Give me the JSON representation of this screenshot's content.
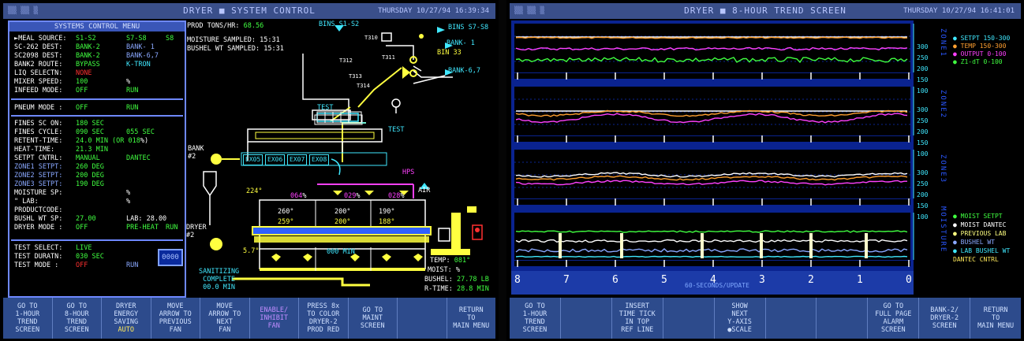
{
  "left": {
    "title": "DRYER ■ SYSTEM CONTROL",
    "date": "THURSDAY 10/27/94 16:39:34",
    "menu_title": "SYSTEMS CONTROL MENU",
    "rows": [
      {
        "label": "►MEAL SOURCE:",
        "v1": "S1-S2",
        "v2": "S7-S8",
        "v3": "S8"
      },
      {
        "label": "SC-262 DEST:",
        "v1": "BANK-2",
        "v2": "BANK- 1"
      },
      {
        "label": "SC2098 DEST:",
        "v1": "BANK-2",
        "v2": "BANK-6,7"
      },
      {
        "label": "BANK2 ROUTE:",
        "v1": "BYPASS",
        "v2": "K-TRON"
      },
      {
        "label": "LIQ SELECTN:",
        "v1": "NONE"
      },
      {
        "label": "MIXER SPEED:",
        "v1": "100",
        "u": "%"
      },
      {
        "label": "INFEED MODE:",
        "v1": "OFF",
        "v2": "RUN"
      },
      {
        "label": "PNEUM MODE :",
        "v1": "OFF",
        "v2": "RUN"
      },
      {
        "label": "FINES SC ON:",
        "v1": "180 SEC"
      },
      {
        "label": "FINES CYCLE:",
        "v1": "090 SEC",
        "v2": "055 SEC"
      },
      {
        "label": "RETENT-TIME:",
        "v1": "24.0 MIN (OR 018",
        "u": "%)"
      },
      {
        "label": "HEAT-TIME:",
        "v1": "21.3 MIN"
      },
      {
        "label": "SETPT CNTRL:",
        "v1": "MANUAL",
        "v2": "DANTEC"
      },
      {
        "label": "ZONE1 SETPT:",
        "v1": "260 DEG"
      },
      {
        "label": "ZONE2 SETPT:",
        "v1": "200 DEG"
      },
      {
        "label": "ZONE3 SETPT:",
        "v1": "190 DEG"
      },
      {
        "label": "MOISTURE SP:",
        "v1": "",
        "u": "%"
      },
      {
        "label": "\"   LAB:",
        "v1": "",
        "u": "%"
      },
      {
        "label": "PRODUCTCODE:",
        "v1": ""
      },
      {
        "label": "BUSHL WT SP:",
        "v1": "27.00",
        "v2": "LAB: 28.00"
      },
      {
        "label": "DRYER MODE :",
        "v1": "OFF",
        "v2": "PRE-HEAT",
        "v3": "RUN"
      },
      {
        "label": "TEST SELECT:",
        "v1": "LIVE"
      },
      {
        "label": "TEST DURATN:",
        "v1": "030 SEC"
      },
      {
        "label": "TEST MODE  :",
        "v1": "OFF",
        "v2": "RUN"
      }
    ],
    "counter": "0000",
    "prod_label": "PROD TONS/HR:",
    "prod_value": "68.56",
    "moist_sampled": "MOISTURE SAMPLED: 15:31",
    "bushel_sampled": "BUSHEL WT SAMPLED: 15:31",
    "bins_a": "BINS S1-S2",
    "bins_b": "BINS S7-S8",
    "bank1": "BANK- 1",
    "bin33": "BIN 33",
    "bank67": "BANK-6,7",
    "t310": "T310",
    "t311": "T311",
    "t312": "T312",
    "t313": "T313",
    "t314": "T314",
    "test1": "TEST",
    "test2": "TEST",
    "bank2": "BANK\n#2",
    "dryer2": "DRYER\n#2",
    "fans": [
      "EX05",
      "EX06",
      "EX07",
      "EX08"
    ],
    "hps": "HPS",
    "air": "AIR",
    "temp224": "224°",
    "pct1": "064",
    "pct2": "029",
    "pct3": "028",
    "pct_unit": "%",
    "z1a": "260°",
    "z2a": "200°",
    "z3a": "190°",
    "z1b": "259°",
    "z2b": "200°",
    "z3b": "188°",
    "deg57": "5.7°",
    "min000": "000 MIN",
    "sanitizing": "SANITIZING\nCOMPLETE\n00.0 MIN",
    "temp_lbl": "TEMP:",
    "temp_val": "081°",
    "moist_lbl": "MOIST:",
    "moist_val": "",
    "moist_unit": "%",
    "bushel_lbl": "BUSHEL:",
    "bushel_val": "27.78 LB",
    "rtime_lbl": "R-TIME:",
    "rtime_val": "28.8 MIN",
    "softkeys": [
      "GO TO\n1-HOUR\nTREND\nSCREEN",
      "GO TO\n8-HOUR\nTREND\nSCREEN",
      "DRYER\nENERGY\nSAVING",
      "MOVE\nARROW TO\nPREVIOUS\nFAN",
      "MOVE\nARROW TO\nNEXT\nFAN",
      "ENABLE/\nINHIBIT\nFAN",
      "PRESS 8x\nTO COLOR\nDRYER-2\nPROD RED",
      "GO TO\nMAINT\nSCREEN",
      "",
      "RETURN\nTO\nMAIN MENU"
    ],
    "softkey_auto": "AUTO"
  },
  "right": {
    "title": "DRYER ■ 8-HOUR TREND SCREEN",
    "date": "THURSDAY 10/27/94 16:41:01",
    "zones": [
      "ZONE1",
      "ZONE2",
      "ZONE3",
      "MOISTURE"
    ],
    "yticks": [
      "300",
      "250",
      "200",
      "150",
      "100"
    ],
    "legend1": [
      {
        "text": "SETPT 150-300",
        "color": "#40e8ff"
      },
      {
        "text": "TEMP  150-300",
        "color": "#ffa030"
      },
      {
        "text": "OUTPUT  0-100",
        "color": "#ff40ff"
      },
      {
        "text": "Z1-dT   0-100",
        "color": "#40ff40"
      }
    ],
    "legend4": [
      {
        "text": "MOIST SETPT",
        "color": "#40ff40"
      },
      {
        "text": "MOIST DANTEC",
        "color": "#ffffff"
      },
      {
        "text": "PREVIOUS LAB",
        "color": "#ffff80"
      },
      {
        "text": "BUSHEL WT",
        "color": "#8aa8ff"
      },
      {
        "text": "LAB BUSHEL WT",
        "color": "#40e8ff"
      },
      {
        "text": "DANTEC CNTRL",
        "color": "#ffea5c"
      }
    ],
    "xticks": [
      "8",
      "7",
      "6",
      "5",
      "4",
      "3",
      "2",
      "1",
      "0"
    ],
    "xlabel": "60-SECONDS/UPDATE",
    "softkeys": [
      "GO TO\n1-HOUR\nTREND\nSCREEN",
      "",
      "INSERT\nTIME TICK\nIN TOP\nREF LINE",
      "",
      "SHOW\nNEXT\nY-AXIS\n●SCALE",
      "",
      "",
      "GO TO\nFULL PAGE\nALARM\nSCREEN",
      "BANK-2/\nDRYER-2\nSCREEN",
      "RETURN\nTO\nMAIN MENU"
    ]
  },
  "colors": {
    "accent": "#3a56b8",
    "trend_bg": "#0a2390",
    "softkey_bg": "#2d4b8c"
  }
}
